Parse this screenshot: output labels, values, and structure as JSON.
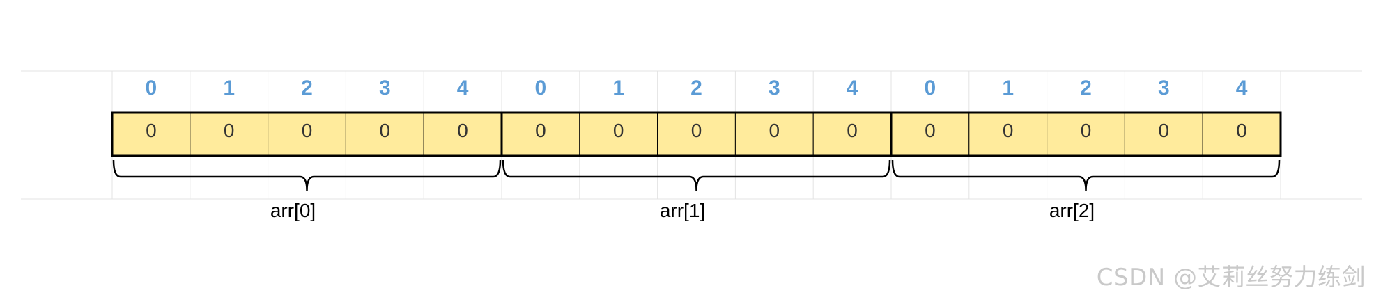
{
  "diagram": {
    "groups": [
      {
        "label": "arr[0]",
        "indices": [
          "0",
          "1",
          "2",
          "3",
          "4"
        ],
        "values": [
          "0",
          "0",
          "0",
          "0",
          "0"
        ]
      },
      {
        "label": "arr[1]",
        "indices": [
          "0",
          "1",
          "2",
          "3",
          "4"
        ],
        "values": [
          "0",
          "0",
          "0",
          "0",
          "0"
        ]
      },
      {
        "label": "arr[2]",
        "indices": [
          "0",
          "1",
          "2",
          "3",
          "4"
        ],
        "values": [
          "0",
          "0",
          "0",
          "0",
          "0"
        ]
      }
    ],
    "colors": {
      "cell_fill": "#FFEB9C",
      "index_text": "#5B9BD5",
      "value_text": "#333333",
      "grid": "#E3E3E3",
      "border": "#000000",
      "label_text": "#000000"
    }
  },
  "watermark": "CSDN @艾莉丝努力练剑"
}
